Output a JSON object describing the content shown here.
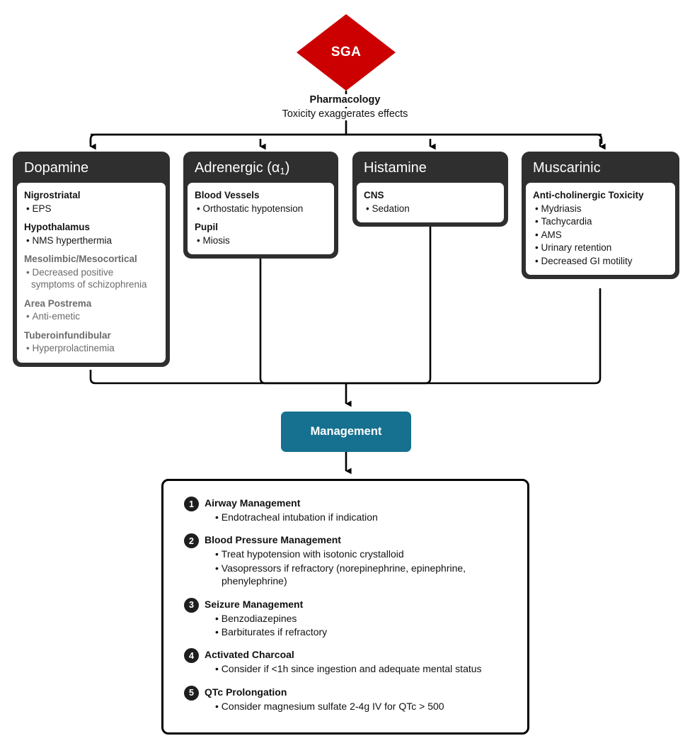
{
  "diagram": {
    "root": {
      "label": "SGA",
      "shape": "diamond",
      "color": "#cc0000"
    },
    "connector_caption": {
      "title": "Pharmacology",
      "subtitle": "Toxicity exaggerates effects"
    },
    "receptors": [
      {
        "title": "Dopamine",
        "groups": [
          {
            "head": "Nigrostriatal",
            "muted": false,
            "items": [
              "EPS"
            ]
          },
          {
            "head": "Hypothalamus",
            "muted": false,
            "items": [
              "NMS hyperthermia"
            ]
          },
          {
            "head": "Mesolimbic/Mesocortical",
            "muted": true,
            "items": [
              "Decreased positive symptoms of schizophrenia"
            ]
          },
          {
            "head": "Area Postrema",
            "muted": true,
            "items": [
              "Anti-emetic"
            ]
          },
          {
            "head": "Tuberoinfundibular",
            "muted": true,
            "items": [
              "Hyperprolactinemia"
            ]
          }
        ]
      },
      {
        "title": "Adrenergic (α",
        "title_sub": "1",
        "title_tail": ")",
        "groups": [
          {
            "head": "Blood Vessels",
            "muted": false,
            "items": [
              "Orthostatic hypotension"
            ]
          },
          {
            "head": "Pupil",
            "muted": false,
            "items": [
              "Miosis"
            ]
          }
        ]
      },
      {
        "title": "Histamine",
        "groups": [
          {
            "head": "CNS",
            "muted": false,
            "items": [
              "Sedation"
            ]
          }
        ]
      },
      {
        "title": "Muscarinic",
        "groups": [
          {
            "head": "Anti-cholinergic Toxicity",
            "muted": false,
            "items": [
              "Mydriasis",
              "Tachycardia",
              "AMS",
              "Urinary retention",
              "Decreased GI motility"
            ]
          }
        ]
      }
    ],
    "management": {
      "label": "Management",
      "color": "#16708f",
      "steps": [
        {
          "num": "1",
          "head": "Airway Management",
          "items": [
            "Endotracheal intubation if indication"
          ]
        },
        {
          "num": "2",
          "head": "Blood Pressure Management",
          "items": [
            "Treat hypotension with isotonic crystalloid",
            "Vasopressors if refractory (norepinephrine, epinephrine, phenylephrine)"
          ]
        },
        {
          "num": "3",
          "head": "Seizure Management",
          "items": [
            "Benzodiazepines",
            "Barbiturates if refractory"
          ]
        },
        {
          "num": "4",
          "head": "Activated Charcoal",
          "items": [
            "Consider if <1h since ingestion and adequate mental status"
          ]
        },
        {
          "num": "5",
          "head": "QTc Prolongation",
          "items": [
            "Consider magnesium sulfate 2-4g IV for QTc > 500"
          ]
        }
      ]
    }
  }
}
